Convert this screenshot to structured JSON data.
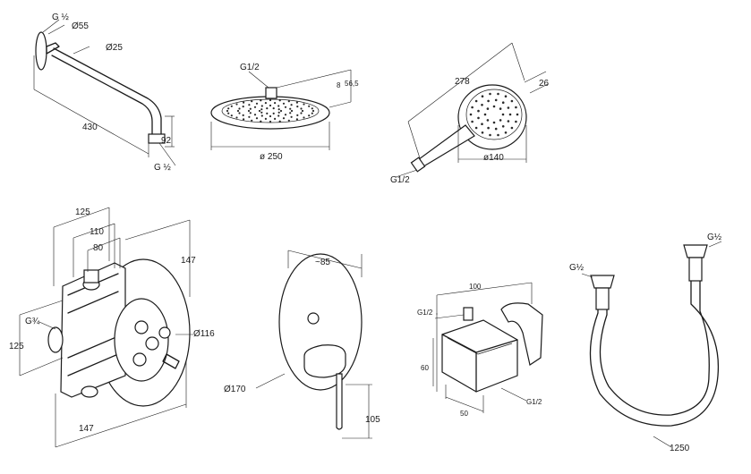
{
  "components": {
    "shower_arm": {
      "thread_top": "G ½",
      "flange_diameter": "Ø55",
      "tube_diameter": "Ø25",
      "length": "430",
      "drop": "92",
      "thread_bottom": "G ½"
    },
    "overhead_shower": {
      "thread": "G1/2",
      "height_small": "8",
      "height_total": "56,5",
      "diameter": "ø 250"
    },
    "hand_shower": {
      "length": "278",
      "head_depth": "26",
      "diameter": "ø140",
      "thread": "G1/2"
    },
    "mixer_body": {
      "width_outer": "125",
      "width_mid": "110",
      "width_inner": "80",
      "height_right": "147",
      "connection_thread": "G¾",
      "height_left": "125",
      "plate_diameter": "Ø116",
      "width_bottom": "147"
    },
    "trim_plate": {
      "projection": "~85",
      "plate_diameter": "Ø170",
      "lever_drop": "105"
    },
    "wall_outlet": {
      "length": "100",
      "thread_top": "G1/2",
      "height": "60",
      "width": "50",
      "thread_bottom": "G1/2"
    },
    "hose": {
      "thread_left": "G½",
      "thread_right": "G½",
      "length": "1250"
    }
  }
}
